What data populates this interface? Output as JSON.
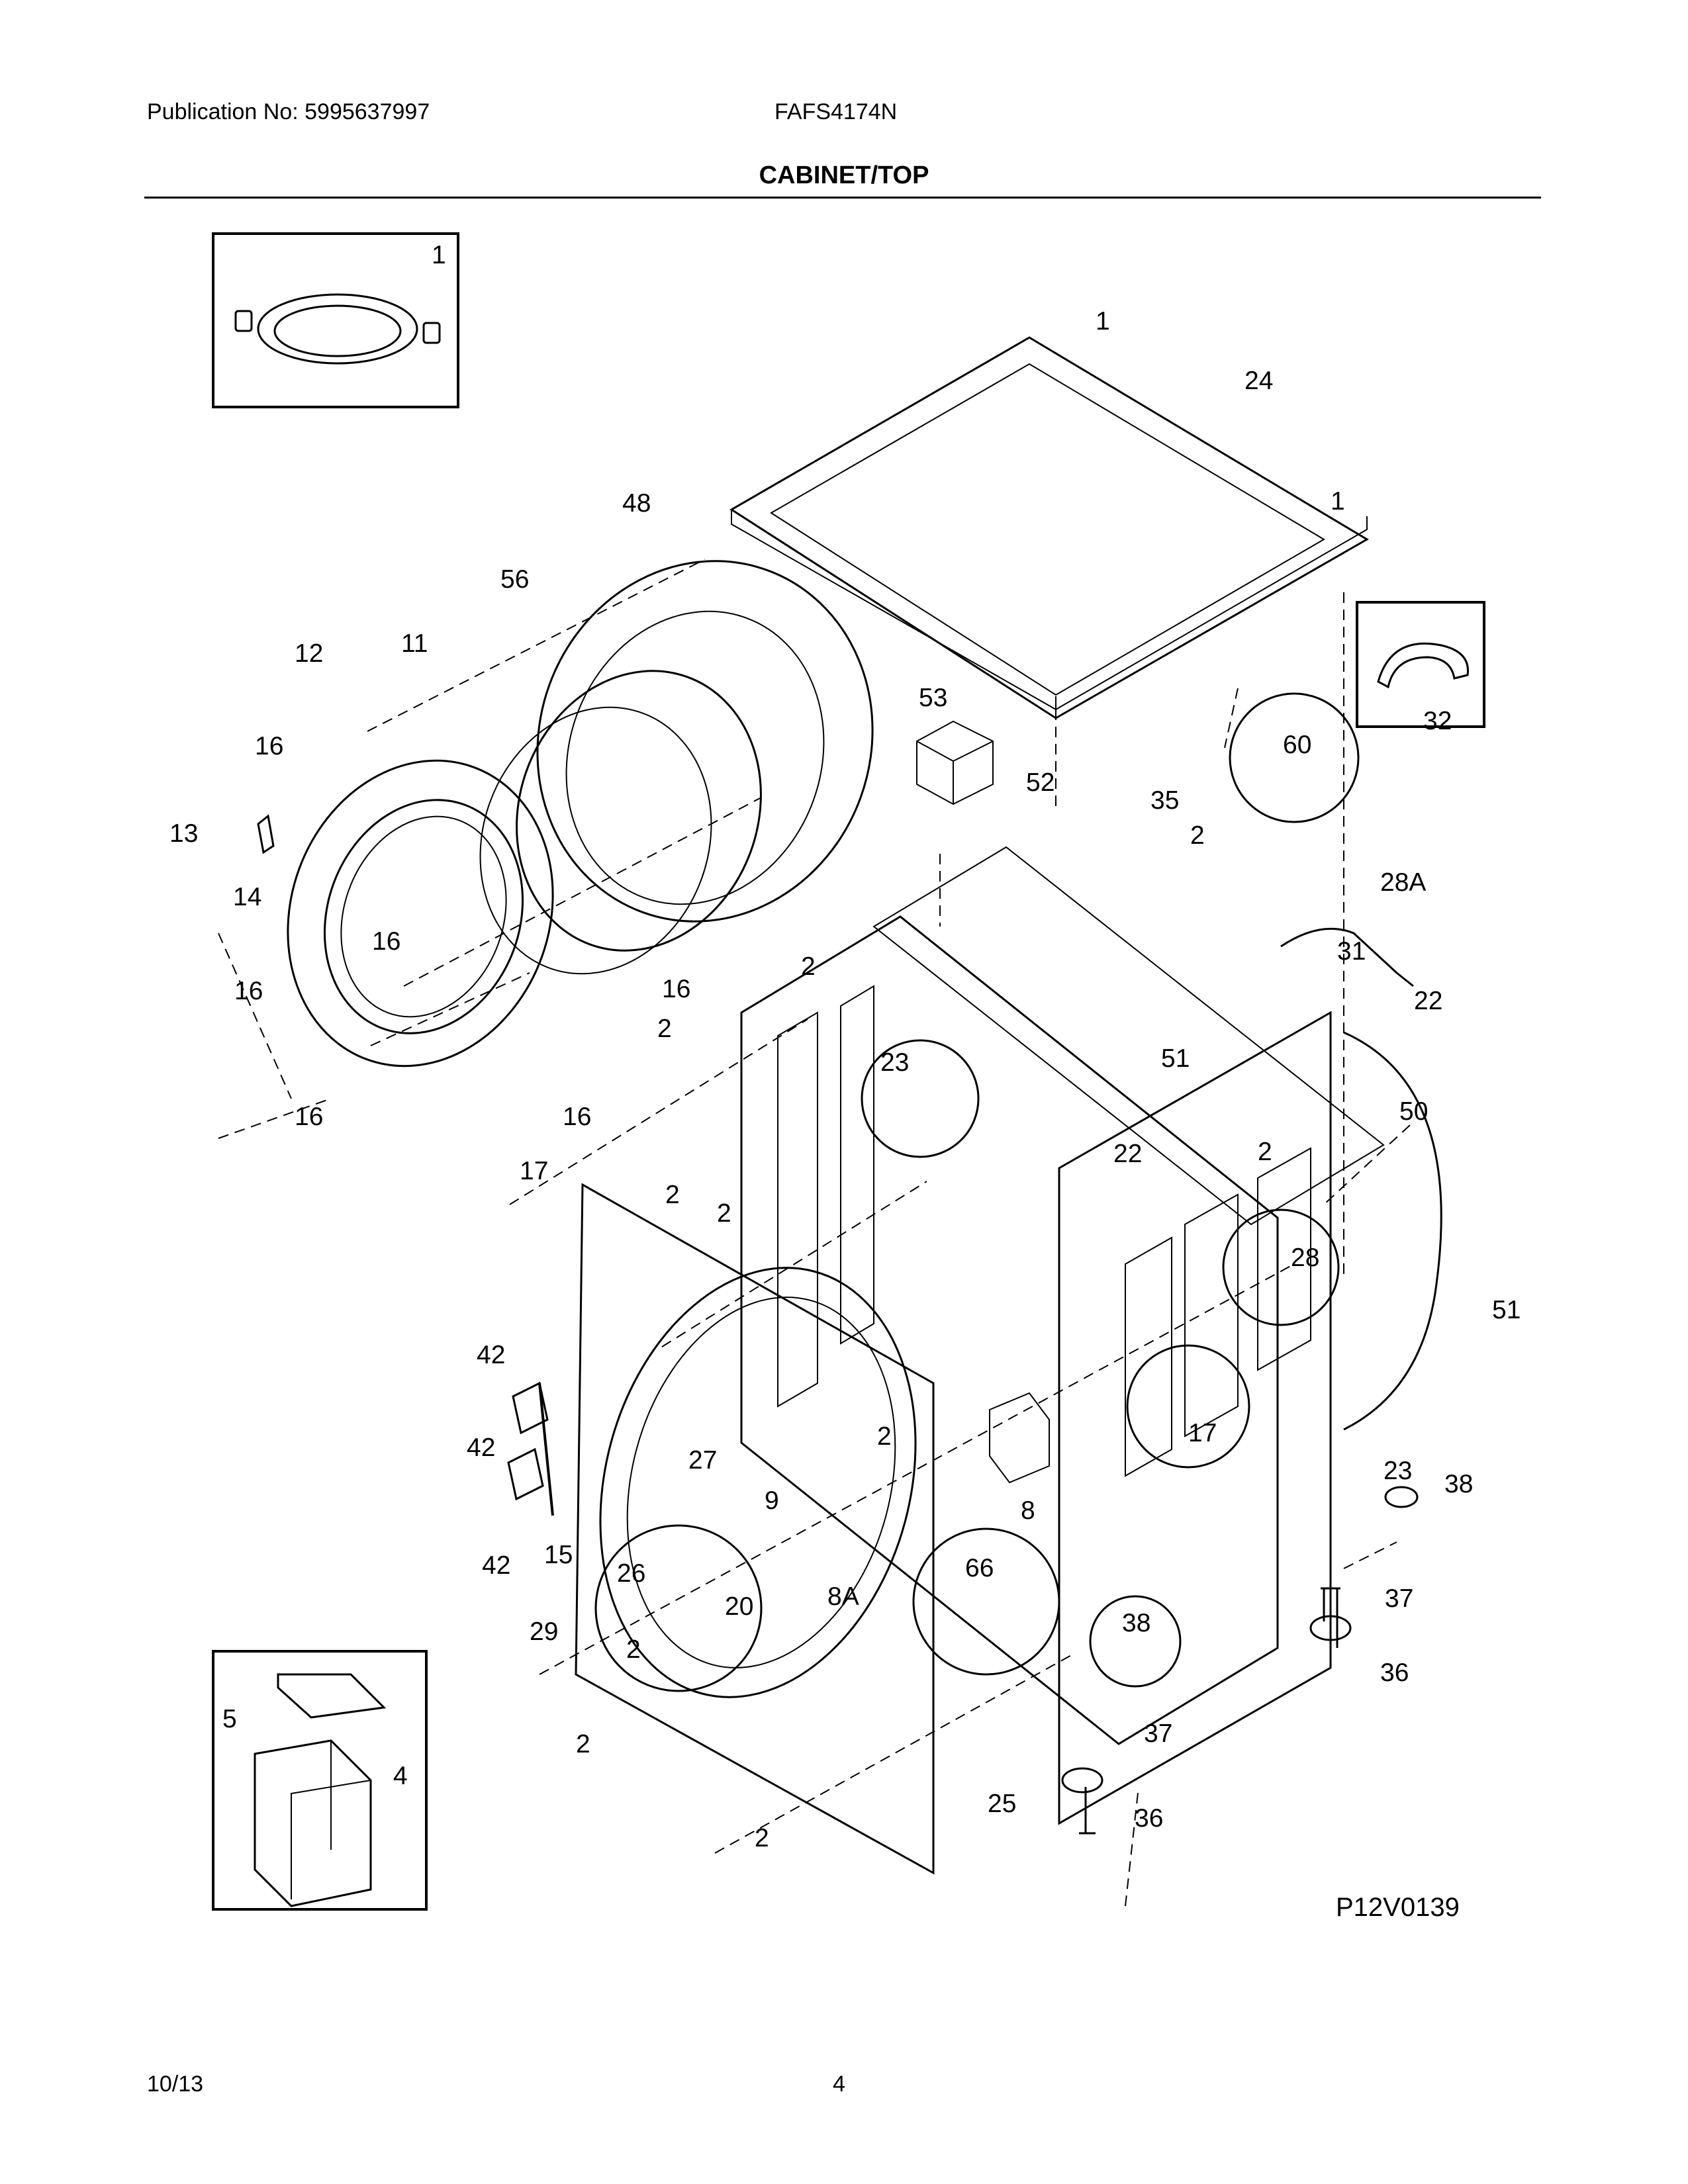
{
  "header": {
    "publication": "Publication No: 5995637997",
    "model": "FAFS4174N",
    "section_title": "CABINET/TOP"
  },
  "diagram": {
    "part_labels": [
      "1",
      "24",
      "48",
      "56",
      "12",
      "11",
      "16",
      "13",
      "14",
      "16",
      "16",
      "16",
      "16",
      "16",
      "53",
      "52",
      "35",
      "2",
      "60",
      "32",
      "28A",
      "31",
      "2",
      "22",
      "2",
      "23",
      "51",
      "2",
      "22",
      "50",
      "28",
      "51",
      "2",
      "17",
      "2",
      "2",
      "42",
      "42",
      "42",
      "15",
      "27",
      "9",
      "66",
      "8",
      "17",
      "8A",
      "26",
      "20",
      "2",
      "2",
      "29",
      "23",
      "38",
      "37",
      "36",
      "38",
      "25",
      "37",
      "36",
      "2",
      "5",
      "4"
    ],
    "stray_marks": [
      "1",
      "1"
    ],
    "drawing_code": "P12V0139"
  },
  "footer": {
    "date": "10/13",
    "page": "4"
  }
}
